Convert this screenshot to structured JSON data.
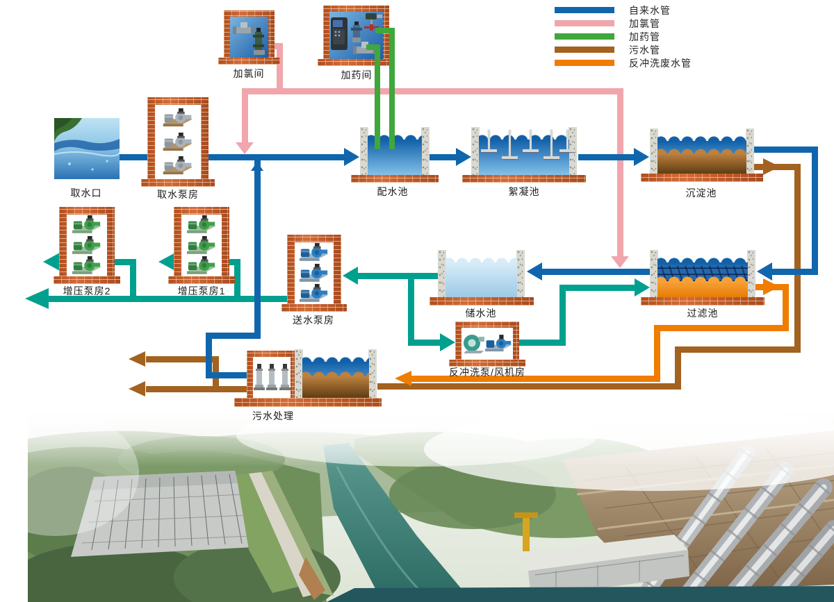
{
  "legend": {
    "items": [
      {
        "label": "自来水管",
        "color": "#1066ad"
      },
      {
        "label": "加氯管",
        "color": "#f0a6ac"
      },
      {
        "label": "加药管",
        "color": "#3fa73c"
      },
      {
        "label": "污水管",
        "color": "#a3621f"
      },
      {
        "label": "反冲洗废水管",
        "color": "#f07c00"
      }
    ]
  },
  "colors": {
    "tap_water": "#1066ad",
    "chlorine": "#f0a6ac",
    "dosing": "#3fa73c",
    "sewage": "#a3621f",
    "backwash_waste": "#f07c00",
    "supply": "#00a08e"
  },
  "stations": {
    "chlorine_room": {
      "label": "加氯间"
    },
    "dosing_room": {
      "label": "加药间"
    },
    "intake": {
      "label": "取水口"
    },
    "intake_pump_house": {
      "label": "取水泵房"
    },
    "distribution_tank": {
      "label": "配水池"
    },
    "flocculation_tank": {
      "label": "絮凝池"
    },
    "sedimentation_tank": {
      "label": "沉淀池"
    },
    "booster_pump_house_2": {
      "label": "增压泵房2"
    },
    "booster_pump_house_1": {
      "label": "增压泵房1"
    },
    "delivery_pump_house": {
      "label": "送水泵房"
    },
    "storage_tank": {
      "label": "储水池"
    },
    "filter_tank": {
      "label": "过滤池"
    },
    "backwash_room": {
      "label": "反冲洗泵/风机房"
    },
    "sewage_treatment": {
      "label": "污水处理"
    }
  }
}
